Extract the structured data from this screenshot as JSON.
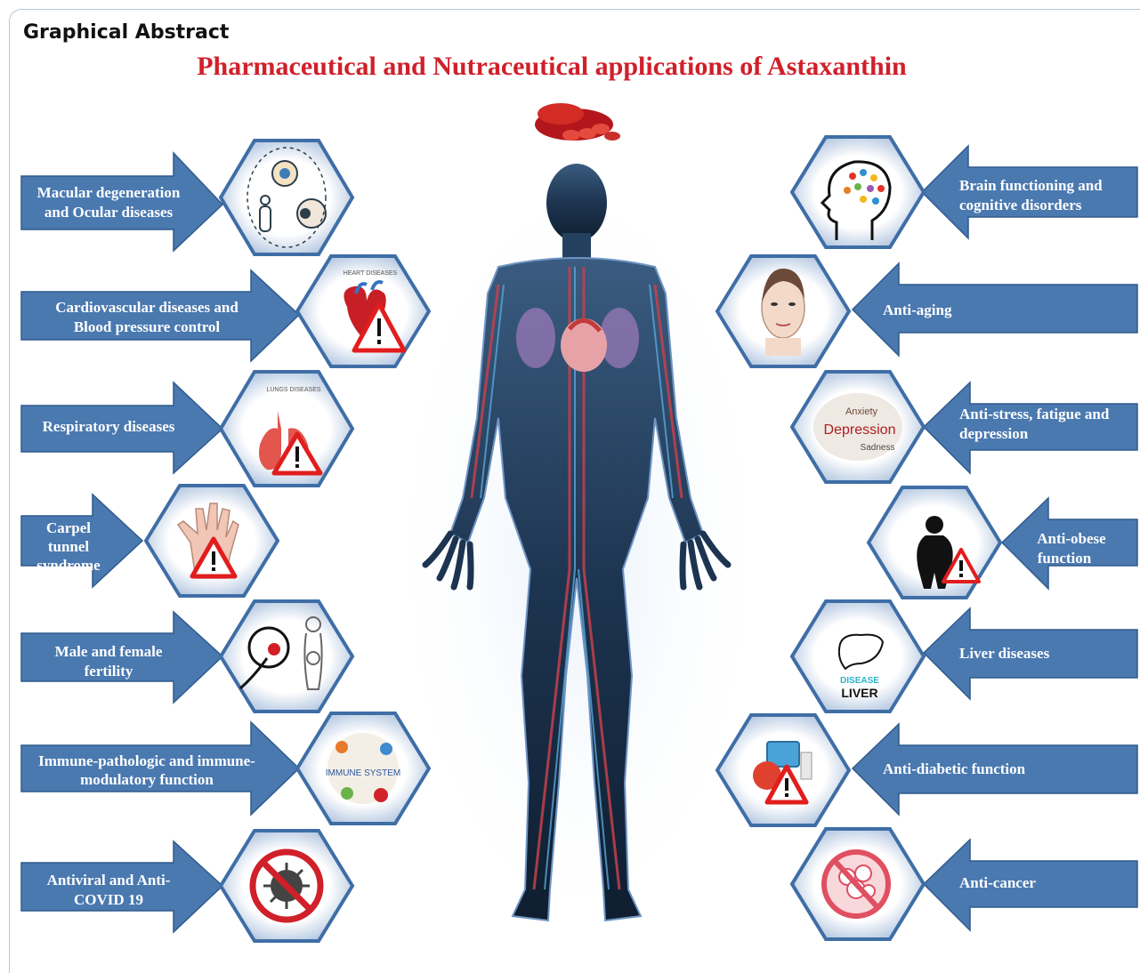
{
  "header": {
    "section_label": "Graphical Abstract"
  },
  "title": "Pharmaceutical and Nutraceutical applications of Astaxanthin",
  "colors": {
    "arrow": "#4a79b0",
    "arrow_edge": "#2f5a8c",
    "title": "#d0202a",
    "hex_border": "#3f6ea6",
    "warning": "#e11d1d"
  },
  "left_items": [
    {
      "lines": [
        "Macular degeneration",
        "and Ocular diseases"
      ],
      "icon": "eye-anatomy-icon"
    },
    {
      "lines": [
        "Cardiovascular diseases and",
        "Blood pressure control"
      ],
      "icon": "heart-warning-icon",
      "caption": "HEART DISEASES"
    },
    {
      "lines": [
        "Respiratory diseases"
      ],
      "icon": "lungs-warning-icon",
      "caption": "LUNGS DISEASES"
    },
    {
      "lines": [
        "Carpel",
        "tunnel",
        "syndrome"
      ],
      "icon": "hand-warning-icon"
    },
    {
      "lines": [
        "Male and female",
        "fertility"
      ],
      "icon": "fertility-icon"
    },
    {
      "lines": [
        "Immune-pathologic and immune-",
        "modulatory  function"
      ],
      "icon": "immune-system-icon",
      "caption": "IMMUNE SYSTEM"
    },
    {
      "lines": [
        "Antiviral and Anti-",
        "COVID 19"
      ],
      "icon": "no-virus-icon"
    }
  ],
  "right_items": [
    {
      "lines": [
        "Brain functioning and",
        "cognitive disorders"
      ],
      "icon": "brain-head-icon"
    },
    {
      "lines": [
        "Anti-aging"
      ],
      "icon": "face-aging-icon"
    },
    {
      "lines": [
        "Anti-stress, fatigue and",
        "depression"
      ],
      "icon": "depression-wordcloud-icon",
      "words": [
        "Depression",
        "Anxiety",
        "Sadness"
      ]
    },
    {
      "lines": [
        "Anti-obese",
        "function"
      ],
      "icon": "obesity-warning-icon"
    },
    {
      "lines": [
        "Liver diseases"
      ],
      "icon": "liver-icon",
      "captions": [
        "DISEASE",
        "LIVER"
      ]
    },
    {
      "lines": [
        "Anti-diabetic function"
      ],
      "icon": "diabetes-warning-icon"
    },
    {
      "lines": [
        "Anti-cancer"
      ],
      "icon": "no-cancer-icon"
    }
  ]
}
